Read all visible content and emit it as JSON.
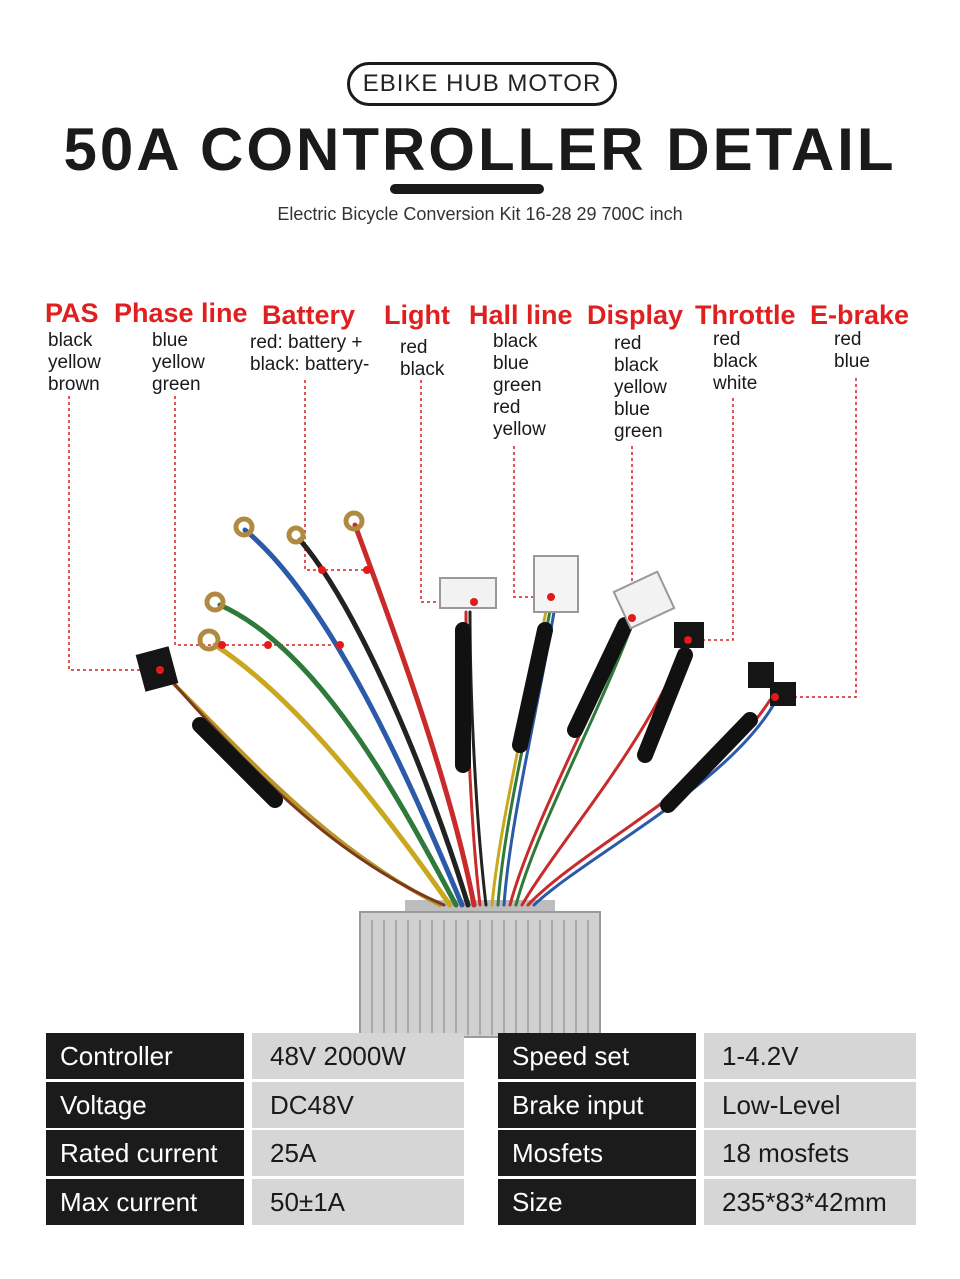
{
  "header": {
    "badge": "EBIKE HUB MOTOR",
    "title": "50A CONTROLLER DETAIL",
    "subtitle": "Electric Bicycle Conversion Kit 16-28 29 700C inch"
  },
  "connectors": [
    {
      "label": "PAS",
      "wires": [
        "black",
        "yellow",
        "brown"
      ]
    },
    {
      "label": "Phase line",
      "wires": [
        "blue",
        "yellow",
        "green"
      ]
    },
    {
      "label": "Battery",
      "wires": [
        "red: battery +",
        "black: battery-"
      ]
    },
    {
      "label": "Light",
      "wires": [
        "red",
        "black"
      ]
    },
    {
      "label": "Hall line",
      "wires": [
        "black",
        "blue",
        "green",
        "red",
        "yellow"
      ]
    },
    {
      "label": "Display",
      "wires": [
        "red",
        "black",
        "yellow",
        "blue",
        "green"
      ]
    },
    {
      "label": "Throttle",
      "wires": [
        "red",
        "black",
        "white"
      ]
    },
    {
      "label": "E-brake",
      "wires": [
        "red",
        "blue"
      ]
    }
  ],
  "specs_left": [
    {
      "key": "Controller",
      "value": "48V 2000W"
    },
    {
      "key": "Voltage",
      "value": "DC48V"
    },
    {
      "key": "Rated current",
      "value": "25A"
    },
    {
      "key": "Max current",
      "value": "50±1A"
    }
  ],
  "specs_right": [
    {
      "key": "Speed set",
      "value": "1-4.2V"
    },
    {
      "key": "Brake input",
      "value": "Low-Level"
    },
    {
      "key": "Mosfets",
      "value": "18 mosfets"
    },
    {
      "key": "Size",
      "value": "235*83*42mm"
    }
  ],
  "colors": {
    "accent_red": "#e02020",
    "dark": "#1b1b1b",
    "table_value_bg": "#d6d6d6"
  }
}
